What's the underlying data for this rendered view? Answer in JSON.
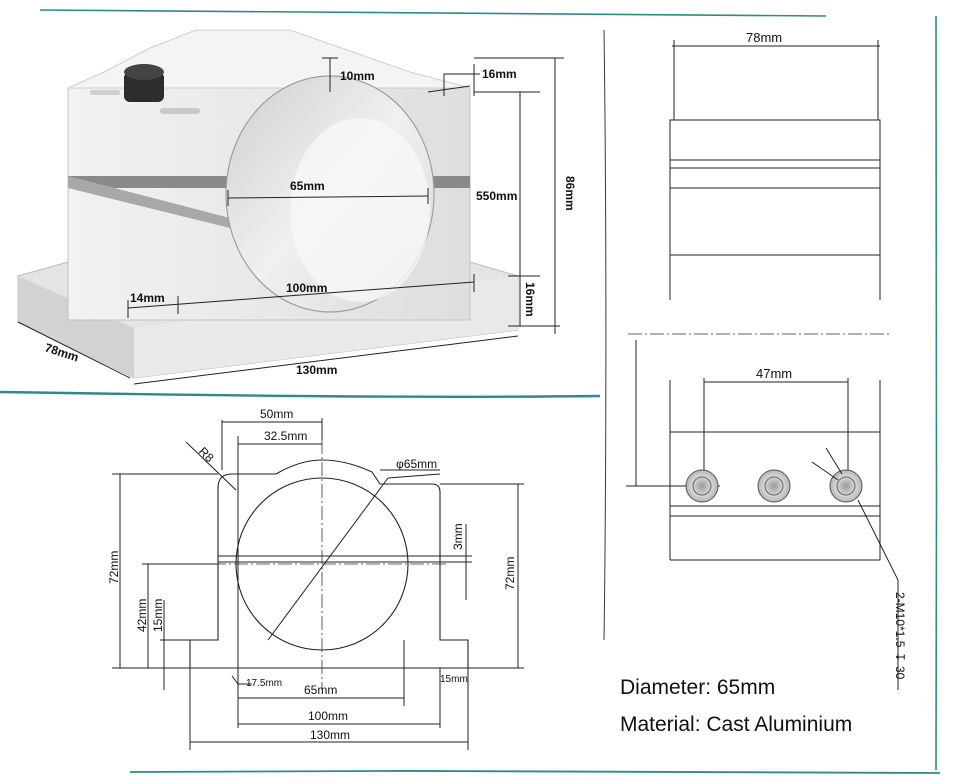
{
  "photo": {
    "labels": {
      "top_gap": "10mm",
      "top_width": "16mm",
      "bore": "65mm",
      "inner_height": "550mm",
      "total_height": "86mm",
      "base_height": "16mm",
      "foot": "14mm",
      "span": "100mm",
      "length": "130mm",
      "depth": "78mm"
    }
  },
  "side_view": {
    "labels": {
      "width": "78mm",
      "hole_spacing": "47mm",
      "thread_spec": "2-M10*1.5"
    },
    "thread_depth": "30",
    "depth_symbol": "↧"
  },
  "front_view": {
    "labels": {
      "half_width": "50mm",
      "half_center": "32.5mm",
      "radius": "R8",
      "diameter": "φ65mm",
      "slot": "3mm",
      "height_left": "72mm",
      "height_right": "72mm",
      "center_height": "42mm",
      "base_left": "15mm",
      "base_right": "15mm",
      "offset": "17.5mm",
      "bore_width": "65mm",
      "hole_span": "100mm",
      "total_length": "130mm"
    }
  },
  "specs": {
    "diameter": "Diameter: 65mm",
    "material": "Material: Cast Aluminium"
  },
  "colors": {
    "frame_line": "#2e8a8a",
    "metal_light": "#ececec",
    "metal_mid": "#dadada",
    "metal_dark": "#c4c4c4"
  }
}
